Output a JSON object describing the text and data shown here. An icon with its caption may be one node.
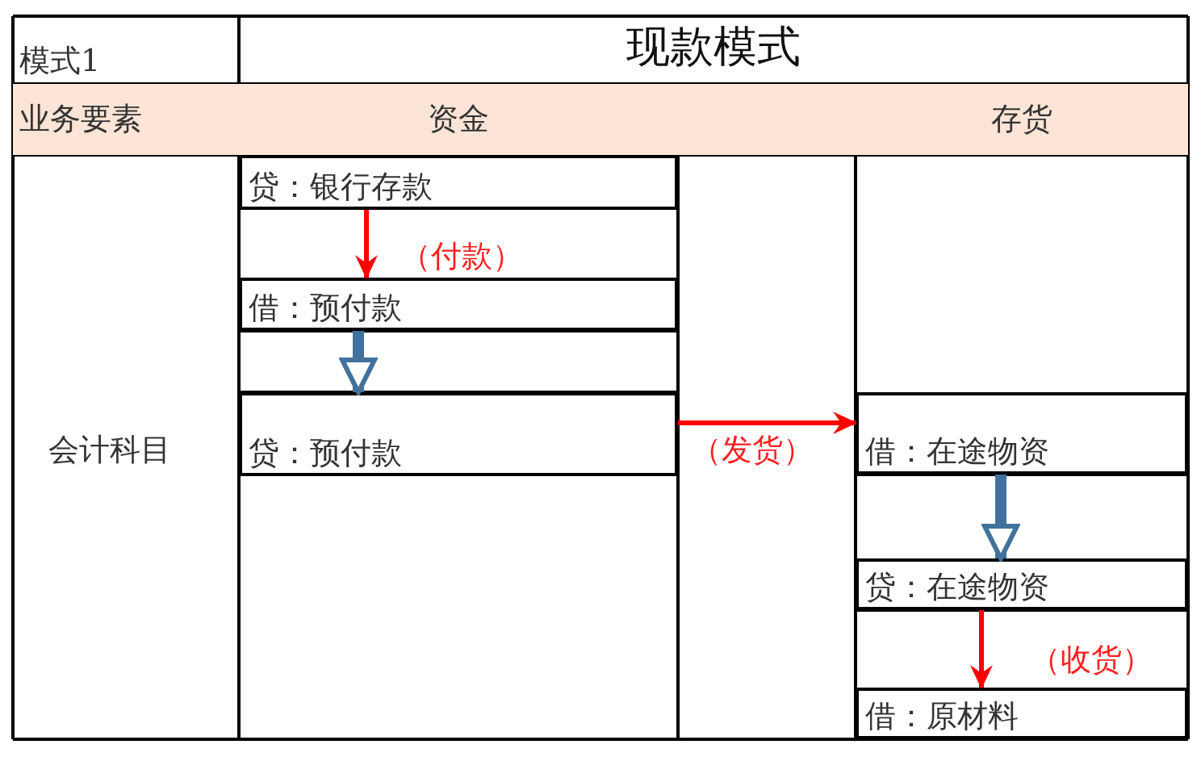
{
  "diagram": {
    "title": "现款模式",
    "nodes": [
      {
        "text": [
          "贷：银行存款"
        ]
      },
      {
        "text": [
          "借：预付款"
        ]
      },
      {
        "text": [
          "贷：预付款"
        ]
      },
      {
        "text": [
          "借：在途物资"
        ]
      },
      {
        "text": [
          "贷：在途物资"
        ]
      },
      {
        "text": [
          "借：原材料"
        ]
      }
    ],
    "edges": [
      {
        "from": 0,
        "to": 1,
        "arrow": "to",
        "label": "（付款）"
      },
      {
        "from": 1,
        "to": 2,
        "arrow": "to",
        "style": "thick",
        "color": "#41719c"
      },
      {
        "from": 2,
        "to": 3,
        "arrow": "to",
        "label": "（发货）"
      },
      {
        "from": 3,
        "to": 4,
        "arrow": "to",
        "style": "thick",
        "color": "#41719c"
      },
      {
        "from": 4,
        "to": 5,
        "arrow": "to",
        "label": "（收货）"
      }
    ],
    "labels": [
      "模式1",
      "业务要素",
      "资金",
      "存货",
      "会计科目"
    ]
  }
}
